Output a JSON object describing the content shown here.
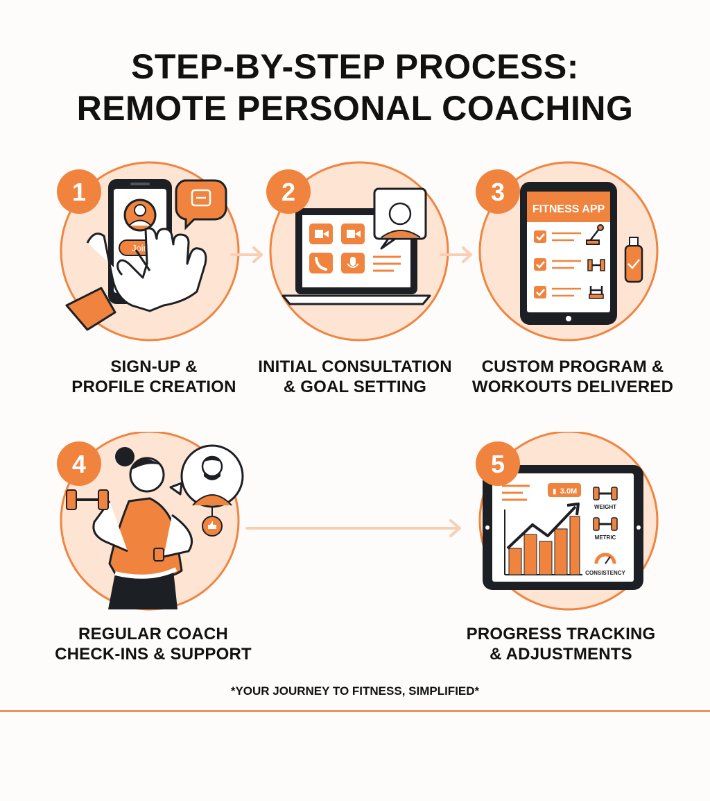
{
  "title": {
    "line1": "STEP-BY-STEP PROCESS:",
    "line2": "REMOTE PERSONAL COACHING"
  },
  "colors": {
    "accent": "#f0843f",
    "accent_light": "#fde4d3",
    "ink": "#1c1f24",
    "arrow": "#f8cfb3"
  },
  "steps": [
    {
      "number": "1",
      "caption_line1": "SIGN-UP &",
      "caption_line2": "PROFILE CREATION",
      "phone_button": "Join",
      "icons": [
        "phone-icon",
        "profile-avatar-icon",
        "chat-bubble-icon",
        "pointing-hand-icon"
      ]
    },
    {
      "number": "2",
      "caption_line1": "INITIAL CONSULTATION",
      "caption_line2": "& GOAL SETTING",
      "icons": [
        "laptop-icon",
        "video-call-icon",
        "phone-call-icon",
        "microphone-icon",
        "coach-video-icon"
      ]
    },
    {
      "number": "3",
      "caption_line1": "CUSTOM PROGRAM &",
      "caption_line2": "WORKOUTS DELIVERED",
      "app_title": "FITNESS APP",
      "icons": [
        "tablet-icon",
        "checkbox-icon",
        "dumbbell-icon",
        "kettlebell-icon",
        "water-bottle-icon"
      ]
    },
    {
      "number": "4",
      "caption_line1": "REGULAR COACH",
      "caption_line2": "CHECK-INS & SUPPORT",
      "icons": [
        "woman-lifting-dumbbell-icon",
        "coach-thumbs-up-icon",
        "smartwatch-icon",
        "thumbs-up-icon"
      ]
    },
    {
      "number": "5",
      "caption_line1": "PROGRESS TRACKING",
      "caption_line2": "& ADJUSTMENTS",
      "badge": "3.0M",
      "metric_labels": [
        "WEIGHT",
        "METRIC",
        "CONSISTENCY"
      ],
      "icons": [
        "tablet-icon",
        "bar-chart-icon",
        "trend-arrow-icon",
        "dumbbell-icon",
        "gauge-icon"
      ]
    }
  ],
  "footer": {
    "tagline": "*YOUR JOURNEY TO FITNESS, SIMPLIFIED*"
  }
}
